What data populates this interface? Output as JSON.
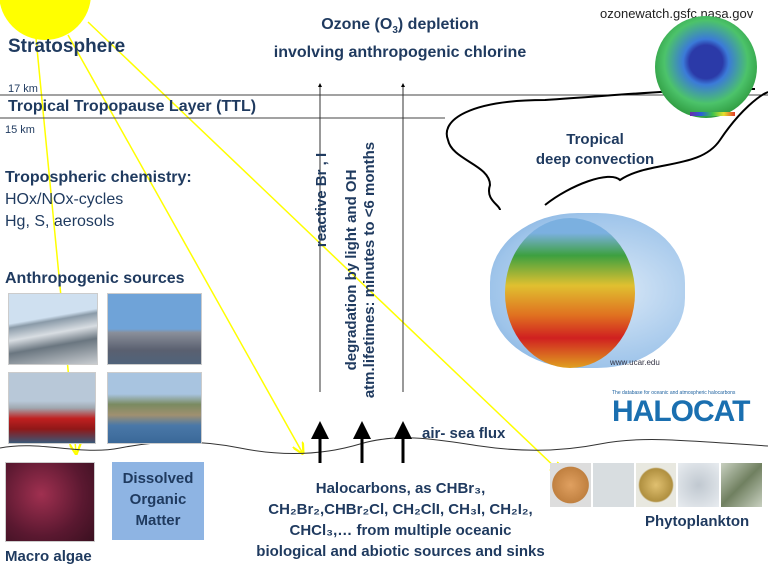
{
  "title": {
    "line1_pre": "Ozone (O",
    "line1_sub": "3",
    "line1_post": ") depletion",
    "line2": "involving anthropogenic chlorine"
  },
  "credit": "ozonewatch.gsfc.nasa.gov",
  "stratosphere": "Stratosphere",
  "km17": "17 km",
  "ttl": "Tropical Tropopause Layer (TTL)",
  "km15": "15 km",
  "tropo": {
    "heading": "Tropospheric chemistry:",
    "line1": "HOx/NOx-cycles",
    "line2": "Hg, S, aerosols"
  },
  "anthro": "Anthropogenic sources",
  "convection": {
    "line1": "Tropical",
    "line2": "deep convection"
  },
  "vertical": {
    "reactive": "reactive Br , I",
    "degradation": "degradation by light and  OH",
    "lifetimes": "atm.lifetimes: minutes to <6 months"
  },
  "airsea": "air- sea flux",
  "dom": {
    "line1": "Dissolved",
    "line2": "Organic",
    "line3": "Matter"
  },
  "macro": "Macro algae",
  "phyto": "Phytoplankton",
  "halocarbons": {
    "l1": "Halocarbons, as CHBr₃,",
    "l2": "CH₂Br₂,CHBr₂Cl, CH₂ClI,  CH₃I, CH₂I₂,",
    "l3": "CHCl₃,… from multiple oceanic",
    "l4": "biological and abiotic sources and sinks"
  },
  "globe_credit": "www.ucar.edu",
  "halocat": {
    "tagline": "The database for oceanic and atmospheric halocarbons",
    "name": "HALOCAT"
  },
  "colors": {
    "text": "#1f3a5f",
    "sun": "#ffff00",
    "dom_box": "#8eb4e3"
  }
}
